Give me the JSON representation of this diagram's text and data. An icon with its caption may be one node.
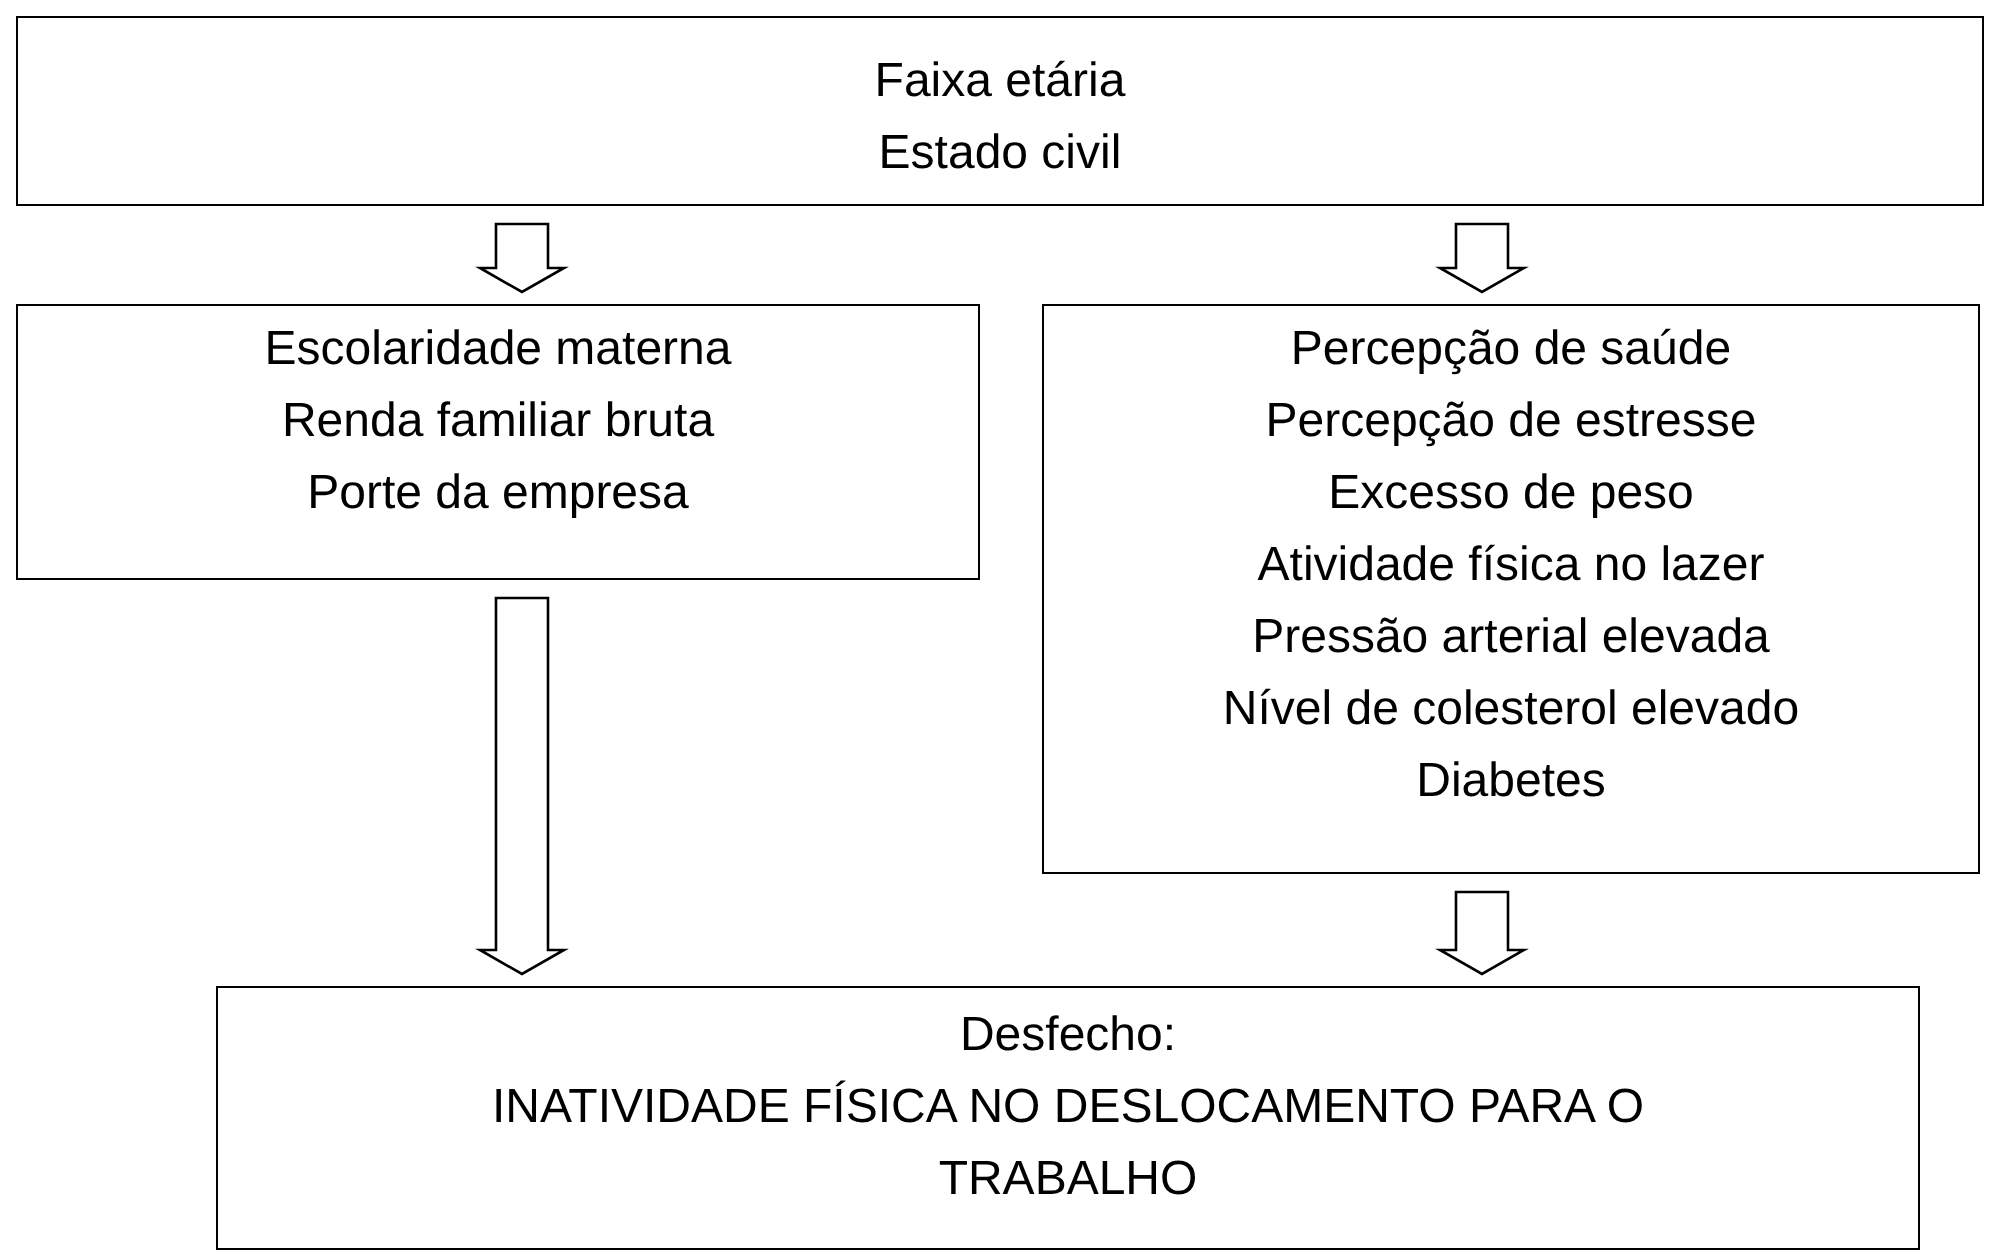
{
  "diagram": {
    "nodes": [
      {
        "text": [
          "Faixa etária",
          "Estado civil"
        ]
      },
      {
        "text": [
          "Escolaridade materna",
          "Renda familiar bruta",
          "Porte da empresa"
        ]
      },
      {
        "text": [
          "Percepção de saúde",
          "Percepção de estresse",
          "Excesso de peso",
          "Atividade física no lazer",
          "Pressão arterial elevada",
          "Nível de colesterol elevado",
          "Diabetes"
        ]
      },
      {
        "text": [
          "Desfecho:",
          "INATIVIDADE FÍSICA NO DESLOCAMENTO PARA O TRABALHO"
        ]
      }
    ],
    "edges": [
      {
        "from": 0,
        "to": 1,
        "arrow": "to"
      },
      {
        "from": 0,
        "to": 2,
        "arrow": "to"
      },
      {
        "from": 1,
        "to": 3,
        "arrow": "to"
      },
      {
        "from": 2,
        "to": 3,
        "arrow": "to"
      }
    ]
  }
}
